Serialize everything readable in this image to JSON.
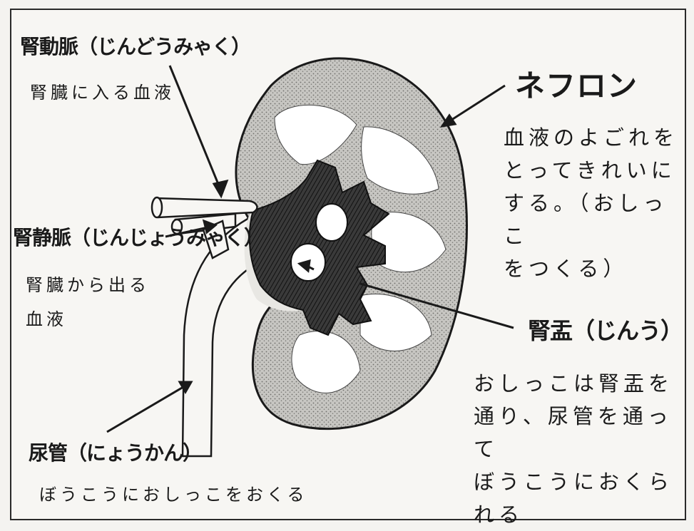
{
  "labels": {
    "renal_artery": {
      "name": "腎動脈（じんどうみゃく）",
      "desc": "腎臓に入る血液"
    },
    "renal_vein": {
      "name": "腎静脈（じんじょうみゃく）",
      "desc_line1": "腎臓から出る",
      "desc_line2": "血液"
    },
    "ureter": {
      "name": "尿管（にょうかん）",
      "desc": "ぼうこうにおしっこをおくる"
    },
    "nephron": {
      "name": "ネフロン",
      "desc_lines": [
        "血液のよごれを",
        "とってきれいに",
        "する。（おしっこ",
        "をつくる）"
      ]
    },
    "renal_pelvis": {
      "name": "腎盂（じんう）",
      "desc_lines": [
        "おしっこは腎盂を",
        "通り、尿管を通って",
        "ぼうこうにおくら",
        "れる"
      ]
    }
  },
  "colors": {
    "cortex": "#b9b8b5",
    "medulla": "#ffffff",
    "pelvis": "#2b2b2b",
    "line": "#1a1a1a"
  }
}
